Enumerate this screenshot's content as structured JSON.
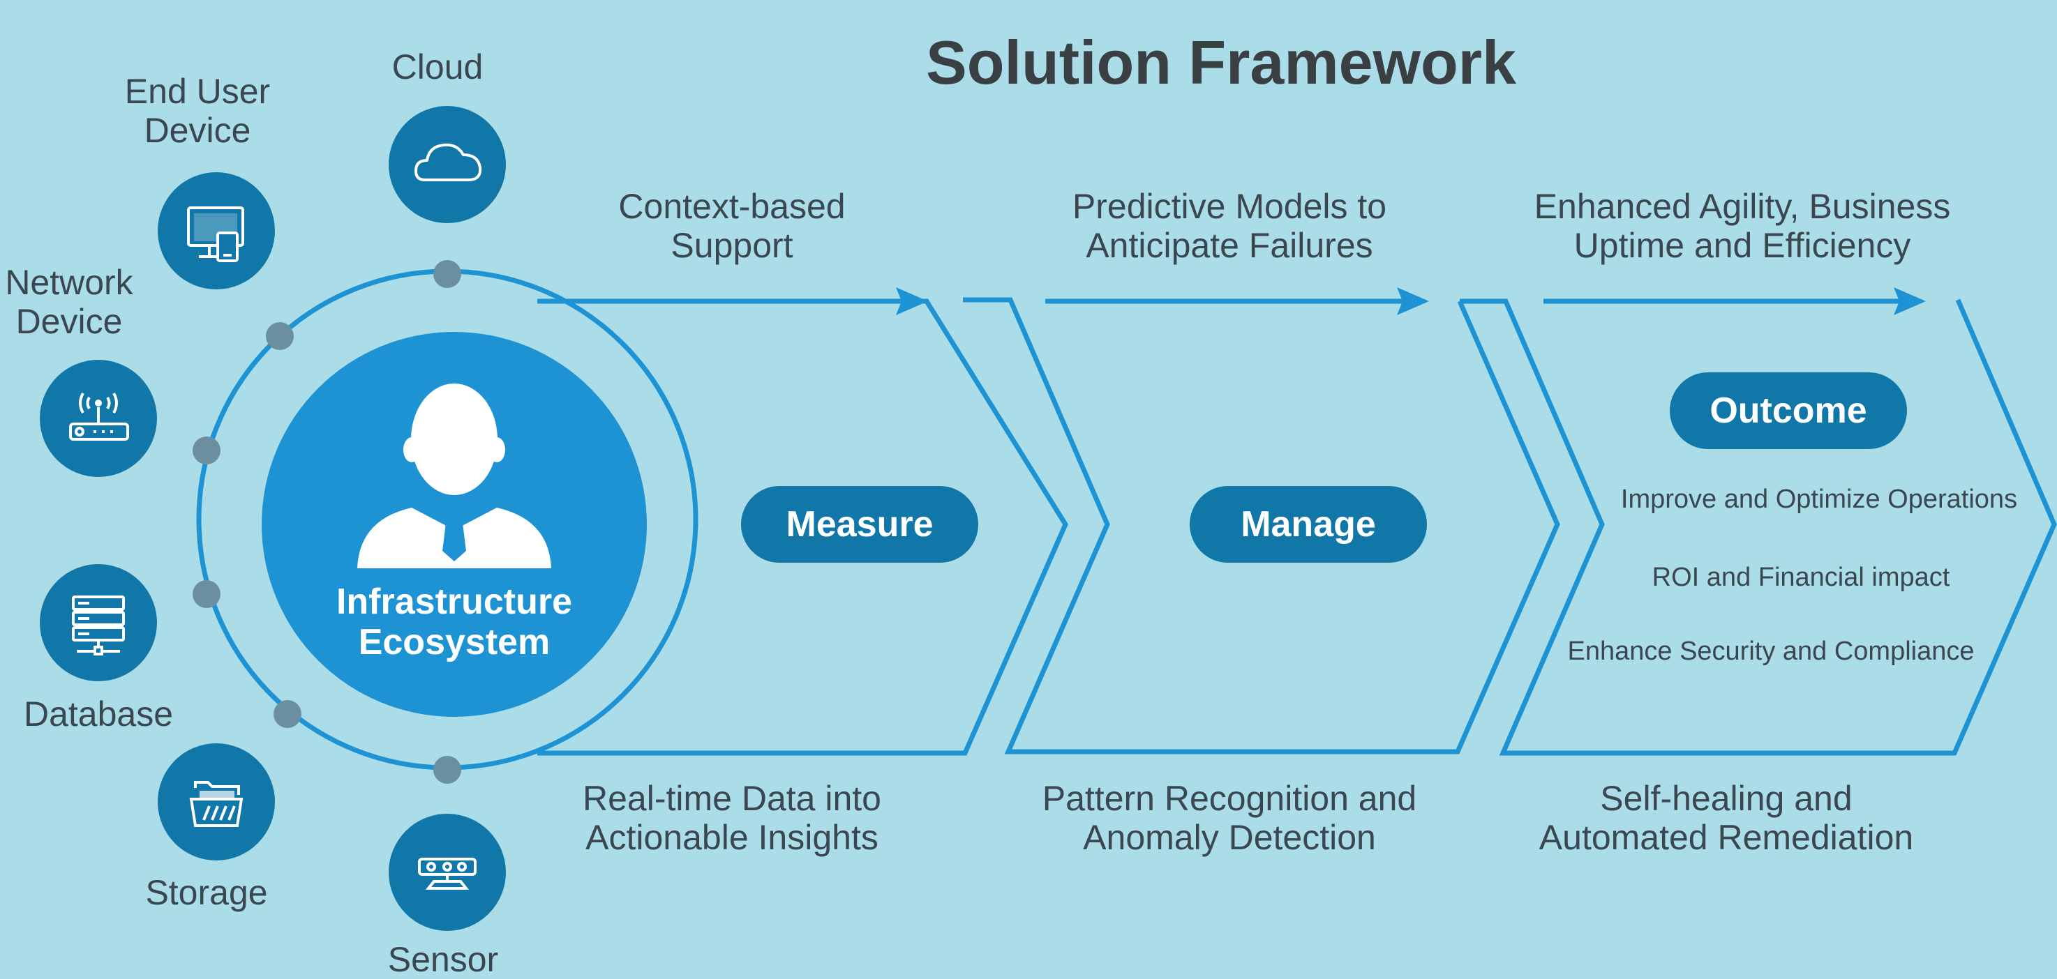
{
  "title": "Solution Framework",
  "center": {
    "line1": "Infrastructure",
    "line2": "Ecosystem",
    "icon": "user-icon"
  },
  "sources": [
    {
      "id": "cloud",
      "line1": "Cloud",
      "line2": "",
      "icon": "cloud-icon"
    },
    {
      "id": "end-user-device",
      "line1": "End User",
      "line2": "Device",
      "icon": "devices-icon"
    },
    {
      "id": "network-device",
      "line1": "Network",
      "line2": "Device",
      "icon": "router-icon"
    },
    {
      "id": "database",
      "line1": "Database",
      "line2": "",
      "icon": "database-icon"
    },
    {
      "id": "storage",
      "line1": "Storage",
      "line2": "",
      "icon": "folder-icon"
    },
    {
      "id": "sensor",
      "line1": "Sensor",
      "line2": "",
      "icon": "sensor-icon"
    }
  ],
  "stages": [
    {
      "pill": "Measure",
      "top_line1": "Context-based",
      "top_line2": "Support",
      "bottom_line1": "Real-time Data into",
      "bottom_line2": "Actionable Insights"
    },
    {
      "pill": "Manage",
      "top_line1": "Predictive Models to",
      "top_line2": "Anticipate Failures",
      "bottom_line1": "Pattern Recognition and",
      "bottom_line2": "Anomaly Detection"
    },
    {
      "pill": "Outcome",
      "top_line1": "Enhanced Agility, Business",
      "top_line2": "Uptime and Efficiency",
      "bottom_line1": "Self-healing and",
      "bottom_line2": "Automated Remediation",
      "items": [
        "Improve and Optimize Operations",
        "ROI and Financial impact",
        "Enhance Security and Compliance"
      ]
    }
  ],
  "colors": {
    "background": "#abdde8",
    "primary": "#1e93d4",
    "dark": "#1177a8",
    "text": "#3b4750",
    "dot": "#6c8fa0"
  }
}
